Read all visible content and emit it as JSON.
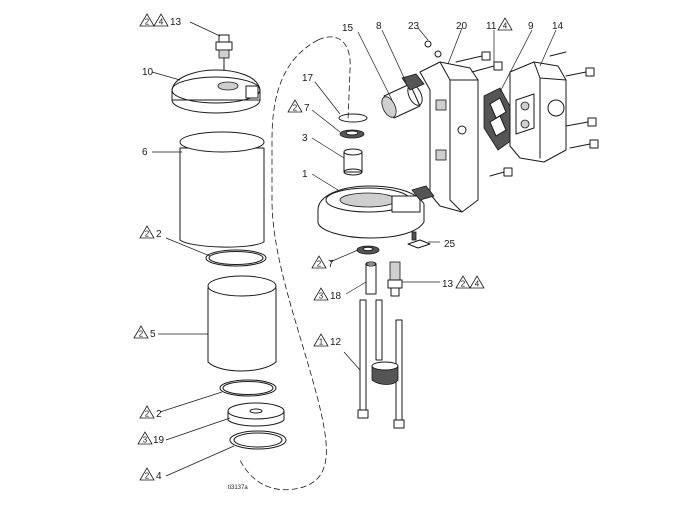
{
  "figure_number": "ti3137a",
  "callouts": [
    {
      "id": "c13a",
      "number": "13",
      "notes": [
        "2",
        "4"
      ]
    },
    {
      "id": "c10",
      "number": "10",
      "notes": []
    },
    {
      "id": "c6",
      "number": "6",
      "notes": []
    },
    {
      "id": "c2a",
      "number": "2",
      "notes": [
        "2"
      ]
    },
    {
      "id": "c5",
      "number": "5",
      "notes": [
        "2"
      ]
    },
    {
      "id": "c2b",
      "number": "2",
      "notes": [
        "2"
      ]
    },
    {
      "id": "c19",
      "number": "19",
      "notes": [
        "3"
      ]
    },
    {
      "id": "c4",
      "number": "4",
      "notes": [
        "2"
      ]
    },
    {
      "id": "c17",
      "number": "17",
      "notes": []
    },
    {
      "id": "c7a",
      "number": "7",
      "notes": [
        "2"
      ]
    },
    {
      "id": "c3",
      "number": "3",
      "notes": []
    },
    {
      "id": "c1",
      "number": "1",
      "notes": []
    },
    {
      "id": "c7b",
      "number": "7",
      "notes": [
        "2"
      ]
    },
    {
      "id": "c18",
      "number": "18",
      "notes": [
        "3"
      ]
    },
    {
      "id": "c12",
      "number": "12",
      "notes": [
        "1"
      ]
    },
    {
      "id": "c15",
      "number": "15",
      "notes": []
    },
    {
      "id": "c8",
      "number": "8",
      "notes": []
    },
    {
      "id": "c23",
      "number": "23",
      "notes": []
    },
    {
      "id": "c20",
      "number": "20",
      "notes": []
    },
    {
      "id": "c11",
      "number": "11",
      "notes": [
        "4"
      ]
    },
    {
      "id": "c9",
      "number": "9",
      "notes": []
    },
    {
      "id": "c14",
      "number": "14",
      "notes": []
    },
    {
      "id": "c25",
      "number": "25",
      "notes": []
    },
    {
      "id": "c13b",
      "number": "13",
      "notes": [
        "2",
        "4"
      ]
    }
  ]
}
